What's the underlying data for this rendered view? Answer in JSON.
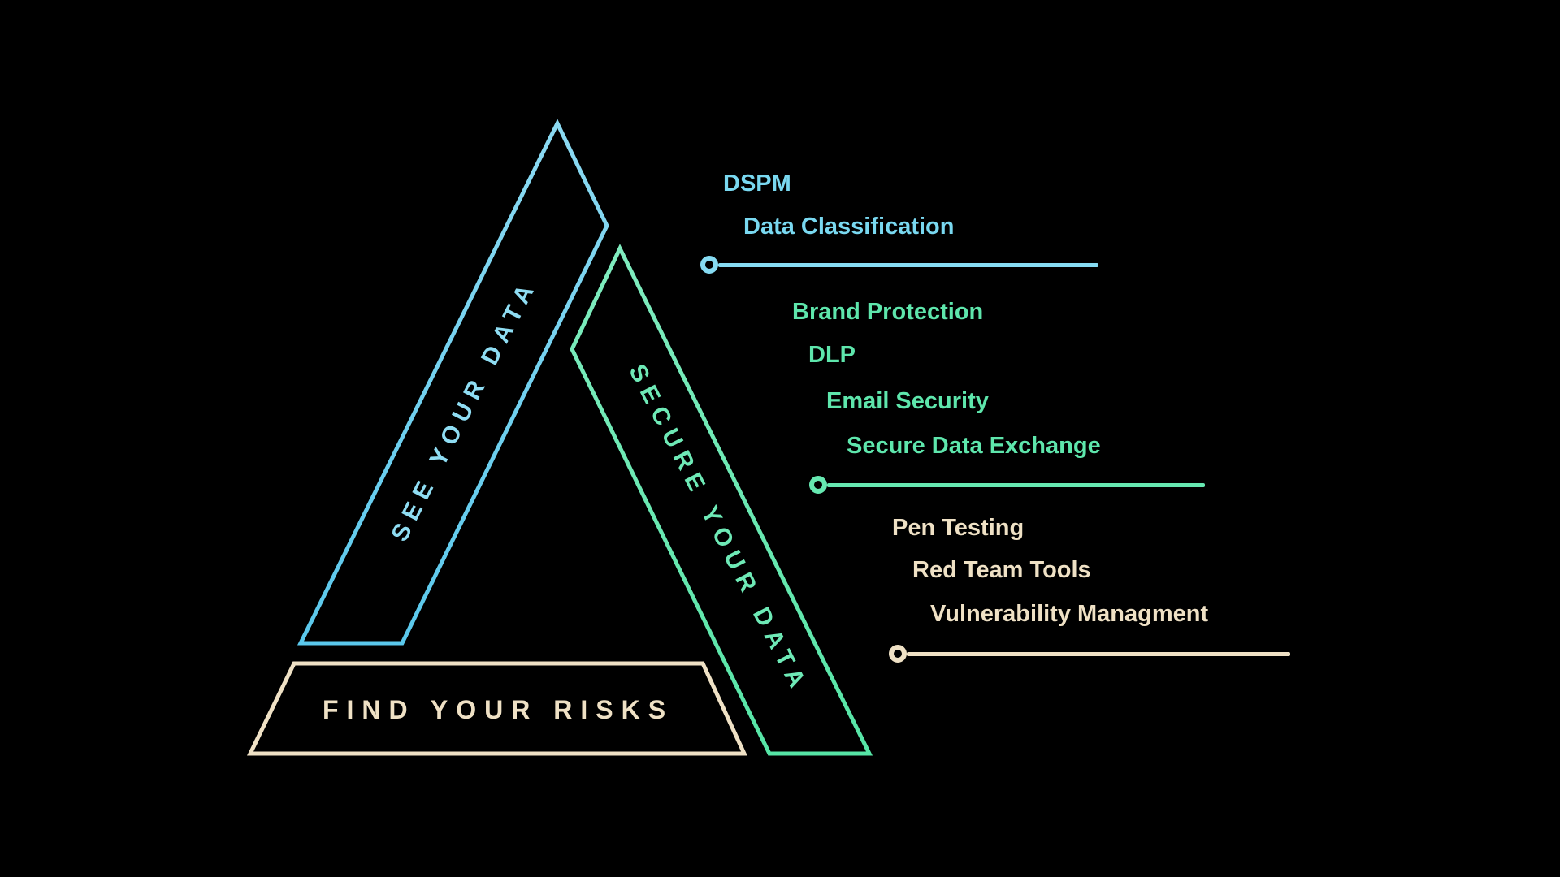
{
  "canvas": {
    "background": "#000000"
  },
  "bars": {
    "see": {
      "label": "SEE YOUR DATA",
      "color_top": "#8CDAF2",
      "color_bottom": "#5AC8EC"
    },
    "secure": {
      "label": "SECURE YOUR DATA",
      "color_top": "#80ECBF",
      "color_bottom": "#56E5A6"
    },
    "find": {
      "label": "FIND YOUR RISKS",
      "color": "#EFE1C5"
    }
  },
  "legend": {
    "see": {
      "color": "#79D8F0",
      "items": [
        "DSPM",
        "Data Classification"
      ]
    },
    "secure": {
      "color": "#5EE6AC",
      "items": [
        "Brand Protection",
        "DLP",
        "Email Security",
        "Secure Data Exchange"
      ]
    },
    "find": {
      "color": "#EFE1C5",
      "items": [
        "Pen Testing",
        "Red Team Tools",
        "Vulnerability Managment"
      ]
    }
  }
}
